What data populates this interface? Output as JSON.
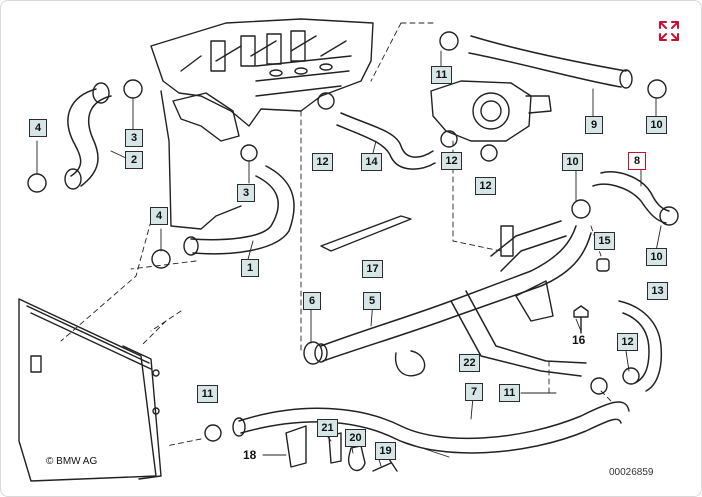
{
  "diagram": {
    "copyright": "© BMW AG",
    "doc_number": "00026859",
    "colors": {
      "label_fill": "#d6e6e7",
      "label_border": "#2c2c2c",
      "highlight_border": "#c8102e",
      "line": "#222222"
    },
    "expand_icon": "expand-arrows-icon",
    "labels": [
      {
        "text": "1"
      },
      {
        "text": "2"
      },
      {
        "text": "3"
      },
      {
        "text": "3"
      },
      {
        "text": "4"
      },
      {
        "text": "4"
      },
      {
        "text": "5"
      },
      {
        "text": "6"
      },
      {
        "text": "7"
      },
      {
        "text": "8"
      },
      {
        "text": "9"
      },
      {
        "text": "10"
      },
      {
        "text": "10"
      },
      {
        "text": "10"
      },
      {
        "text": "11"
      },
      {
        "text": "11"
      },
      {
        "text": "11"
      },
      {
        "text": "12"
      },
      {
        "text": "12"
      },
      {
        "text": "12"
      },
      {
        "text": "12"
      },
      {
        "text": "13"
      },
      {
        "text": "14"
      },
      {
        "text": "15"
      },
      {
        "text": "16"
      },
      {
        "text": "17"
      },
      {
        "text": "18"
      },
      {
        "text": "19"
      },
      {
        "text": "20"
      },
      {
        "text": "21"
      },
      {
        "text": "22"
      }
    ]
  }
}
